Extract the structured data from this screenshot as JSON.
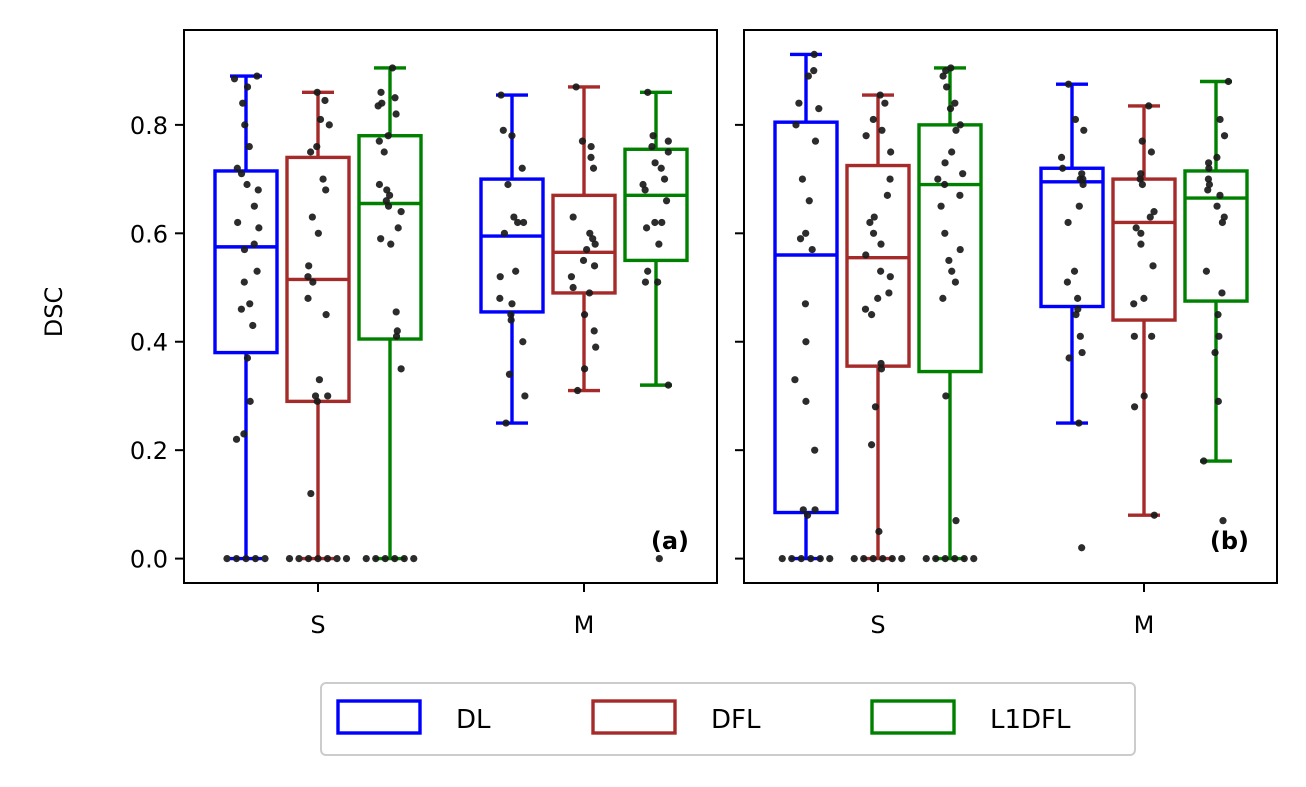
{
  "chart_data": {
    "type": "box",
    "ylabel": "DSC",
    "ylim": [
      -0.045,
      0.975
    ],
    "yticks": [
      "0.0",
      "0.2",
      "0.4",
      "0.6",
      "0.8"
    ],
    "ytick_values": [
      0.0,
      0.2,
      0.4,
      0.6,
      0.8
    ],
    "categories": [
      "S",
      "M"
    ],
    "legend": {
      "placement": "bottom-center",
      "entries": [
        {
          "name": "DL",
          "color": "#0000ff"
        },
        {
          "name": "DFL",
          "color": "#a52a2a"
        },
        {
          "name": "L1DFL",
          "color": "#008000"
        }
      ]
    },
    "point_color": "#1a1a1a",
    "panels": [
      {
        "label": "(a)",
        "groups": [
          {
            "category": "S",
            "boxes": [
              {
                "series": "DL",
                "whisker_low": 0.0,
                "q1": 0.38,
                "median": 0.575,
                "q3": 0.715,
                "whisker_high": 0.89,
                "points": [
                  0.89,
                  0.885,
                  0.87,
                  0.84,
                  0.8,
                  0.76,
                  0.72,
                  0.71,
                  0.69,
                  0.68,
                  0.65,
                  0.62,
                  0.61,
                  0.58,
                  0.57,
                  0.53,
                  0.51,
                  0.47,
                  0.46,
                  0.43,
                  0.37,
                  0.29,
                  0.23,
                  0.22,
                  0.0,
                  0.0,
                  0.0,
                  0.0,
                  0.0
                ]
              },
              {
                "series": "DFL",
                "whisker_low": 0.0,
                "q1": 0.29,
                "median": 0.515,
                "q3": 0.74,
                "whisker_high": 0.86,
                "points": [
                  0.86,
                  0.845,
                  0.81,
                  0.8,
                  0.76,
                  0.75,
                  0.7,
                  0.68,
                  0.63,
                  0.6,
                  0.54,
                  0.52,
                  0.51,
                  0.48,
                  0.45,
                  0.33,
                  0.3,
                  0.3,
                  0.29,
                  0.12,
                  0.0,
                  0.0,
                  0.0,
                  0.0,
                  0.0,
                  0.0,
                  0.0
                ]
              },
              {
                "series": "L1DFL",
                "whisker_low": 0.0,
                "q1": 0.405,
                "median": 0.655,
                "q3": 0.78,
                "whisker_high": 0.905,
                "points": [
                  0.905,
                  0.86,
                  0.85,
                  0.84,
                  0.835,
                  0.82,
                  0.78,
                  0.77,
                  0.75,
                  0.69,
                  0.68,
                  0.67,
                  0.66,
                  0.65,
                  0.64,
                  0.61,
                  0.59,
                  0.58,
                  0.455,
                  0.42,
                  0.41,
                  0.35,
                  0.0,
                  0.0,
                  0.0,
                  0.0,
                  0.0,
                  0.0
                ]
              }
            ]
          },
          {
            "category": "M",
            "boxes": [
              {
                "series": "DL",
                "whisker_low": 0.25,
                "q1": 0.455,
                "median": 0.595,
                "q3": 0.7,
                "whisker_high": 0.855,
                "points": [
                  0.855,
                  0.79,
                  0.78,
                  0.72,
                  0.69,
                  0.63,
                  0.62,
                  0.62,
                  0.6,
                  0.53,
                  0.52,
                  0.48,
                  0.47,
                  0.45,
                  0.44,
                  0.4,
                  0.34,
                  0.3,
                  0.25
                ]
              },
              {
                "series": "DFL",
                "whisker_low": 0.31,
                "q1": 0.49,
                "median": 0.565,
                "q3": 0.67,
                "whisker_high": 0.87,
                "points": [
                  0.87,
                  0.77,
                  0.76,
                  0.74,
                  0.72,
                  0.63,
                  0.6,
                  0.59,
                  0.58,
                  0.57,
                  0.55,
                  0.54,
                  0.52,
                  0.5,
                  0.49,
                  0.45,
                  0.42,
                  0.39,
                  0.35,
                  0.31
                ]
              },
              {
                "series": "L1DFL",
                "whisker_low": 0.32,
                "q1": 0.55,
                "median": 0.67,
                "q3": 0.755,
                "whisker_high": 0.86,
                "points": [
                  0.86,
                  0.78,
                  0.77,
                  0.76,
                  0.75,
                  0.73,
                  0.72,
                  0.7,
                  0.69,
                  0.68,
                  0.66,
                  0.62,
                  0.62,
                  0.61,
                  0.58,
                  0.53,
                  0.51,
                  0.51,
                  0.32,
                  0.0
                ]
              }
            ]
          }
        ]
      },
      {
        "label": "(b)",
        "groups": [
          {
            "category": "S",
            "boxes": [
              {
                "series": "DL",
                "whisker_low": 0.0,
                "q1": 0.085,
                "median": 0.56,
                "q3": 0.805,
                "whisker_high": 0.93,
                "points": [
                  0.93,
                  0.9,
                  0.89,
                  0.84,
                  0.83,
                  0.8,
                  0.77,
                  0.7,
                  0.66,
                  0.6,
                  0.59,
                  0.57,
                  0.47,
                  0.4,
                  0.33,
                  0.29,
                  0.2,
                  0.09,
                  0.09,
                  0.08,
                  0.0,
                  0.0,
                  0.0,
                  0.0,
                  0.0,
                  0.0
                ]
              },
              {
                "series": "DFL",
                "whisker_low": 0.0,
                "q1": 0.355,
                "median": 0.555,
                "q3": 0.725,
                "whisker_high": 0.855,
                "points": [
                  0.855,
                  0.84,
                  0.81,
                  0.79,
                  0.78,
                  0.75,
                  0.7,
                  0.67,
                  0.63,
                  0.62,
                  0.6,
                  0.58,
                  0.56,
                  0.53,
                  0.52,
                  0.49,
                  0.48,
                  0.46,
                  0.45,
                  0.36,
                  0.35,
                  0.28,
                  0.21,
                  0.05,
                  0.0,
                  0.0,
                  0.0,
                  0.0,
                  0.0,
                  0.0
                ]
              },
              {
                "series": "L1DFL",
                "whisker_low": 0.0,
                "q1": 0.345,
                "median": 0.69,
                "q3": 0.8,
                "whisker_high": 0.905,
                "points": [
                  0.905,
                  0.9,
                  0.89,
                  0.87,
                  0.84,
                  0.83,
                  0.8,
                  0.79,
                  0.75,
                  0.73,
                  0.71,
                  0.7,
                  0.69,
                  0.67,
                  0.65,
                  0.6,
                  0.57,
                  0.55,
                  0.53,
                  0.51,
                  0.48,
                  0.3,
                  0.07,
                  0.0,
                  0.0,
                  0.0,
                  0.0,
                  0.0,
                  0.0
                ]
              }
            ]
          },
          {
            "category": "M",
            "boxes": [
              {
                "series": "DL",
                "whisker_low": 0.25,
                "q1": 0.465,
                "median": 0.695,
                "q3": 0.72,
                "whisker_high": 0.875,
                "points": [
                  0.875,
                  0.81,
                  0.79,
                  0.74,
                  0.72,
                  0.71,
                  0.7,
                  0.7,
                  0.69,
                  0.65,
                  0.62,
                  0.53,
                  0.51,
                  0.48,
                  0.46,
                  0.45,
                  0.41,
                  0.38,
                  0.37,
                  0.25,
                  0.02
                ]
              },
              {
                "series": "DFL",
                "whisker_low": 0.08,
                "q1": 0.44,
                "median": 0.62,
                "q3": 0.7,
                "whisker_high": 0.835,
                "points": [
                  0.835,
                  0.77,
                  0.75,
                  0.71,
                  0.7,
                  0.69,
                  0.64,
                  0.63,
                  0.61,
                  0.6,
                  0.58,
                  0.54,
                  0.48,
                  0.47,
                  0.41,
                  0.41,
                  0.3,
                  0.28,
                  0.08
                ]
              },
              {
                "series": "L1DFL",
                "whisker_low": 0.18,
                "q1": 0.475,
                "median": 0.665,
                "q3": 0.715,
                "whisker_high": 0.88,
                "points": [
                  0.88,
                  0.81,
                  0.78,
                  0.74,
                  0.73,
                  0.72,
                  0.7,
                  0.69,
                  0.68,
                  0.67,
                  0.65,
                  0.63,
                  0.62,
                  0.53,
                  0.49,
                  0.45,
                  0.41,
                  0.38,
                  0.29,
                  0.18,
                  0.07
                ]
              }
            ]
          }
        ]
      }
    ]
  }
}
